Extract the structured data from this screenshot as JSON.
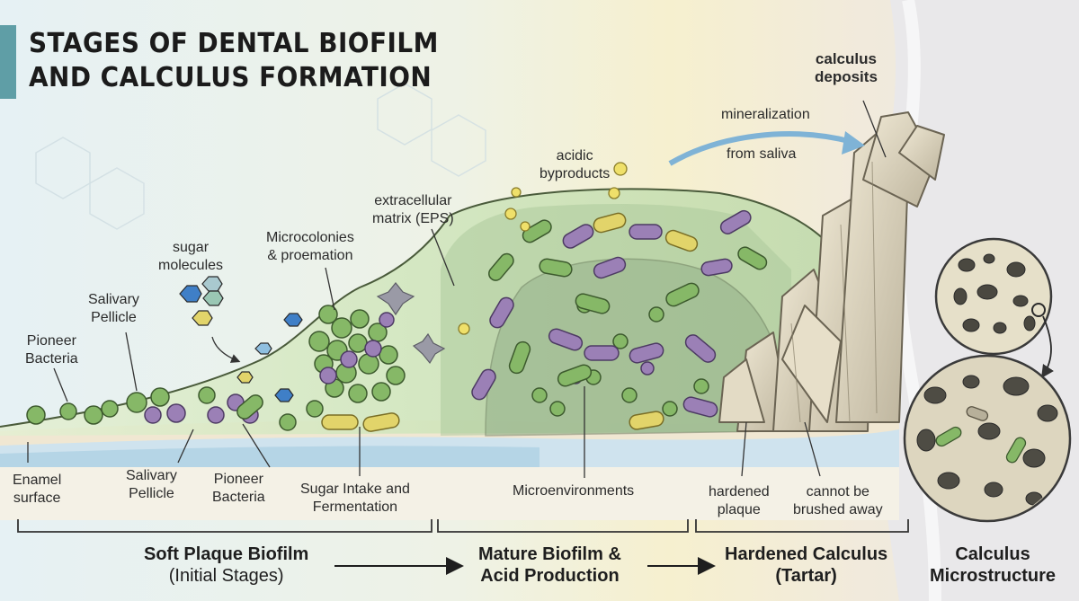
{
  "title": {
    "line1": "STAGES OF DENTAL BIOFILM",
    "line2": "AND CALCULUS FORMATION"
  },
  "colors": {
    "green": "#7cb25f",
    "purple": "#9a7eb4",
    "yellow": "#e2d46a",
    "blue": "#3f7fc7",
    "crystal": "#d9d1bb",
    "enamel": "#d6e8f2",
    "accent": "#5f9ea6"
  },
  "labels": {
    "pioneer_top": [
      "Pioneer",
      "Bacteria"
    ],
    "pellicle_top": [
      "Salivary",
      "Pellicle"
    ],
    "sugar": [
      "sugar",
      "molecules"
    ],
    "microcolonies": [
      "Microcolonies",
      "& proemation"
    ],
    "eps": [
      "extracellular",
      "matrix (EPS)"
    ],
    "acidic": [
      "acidic",
      "byproducts"
    ],
    "mineralization": "mineralization",
    "from_saliva": "from saliva",
    "calculus_deposits": [
      "calculus",
      "deposits"
    ],
    "enamel": [
      "Enamel",
      "surface"
    ],
    "pellicle_bottom": [
      "Salivary",
      "Pellicle"
    ],
    "pioneer_bottom": [
      "Pioneer",
      "Bacteria"
    ],
    "sugar_intake": [
      "Sugar Intake and",
      "Fermentation"
    ],
    "microenvironments": "Microenvironments",
    "hardened_plaque": [
      "hardened",
      "plaque"
    ],
    "cannot_brush": [
      "cannot be",
      "brushed away"
    ]
  },
  "stages": [
    {
      "line1": "Soft Plaque Biofilm",
      "line2": "(Initial Stages)"
    },
    {
      "line1": "Mature Biofilm &",
      "line2": "Acid Production"
    },
    {
      "line1": "Hardened Calculus",
      "line2": "(Tartar)"
    },
    {
      "line1": "Calculus",
      "line2": "Microstructure"
    }
  ]
}
